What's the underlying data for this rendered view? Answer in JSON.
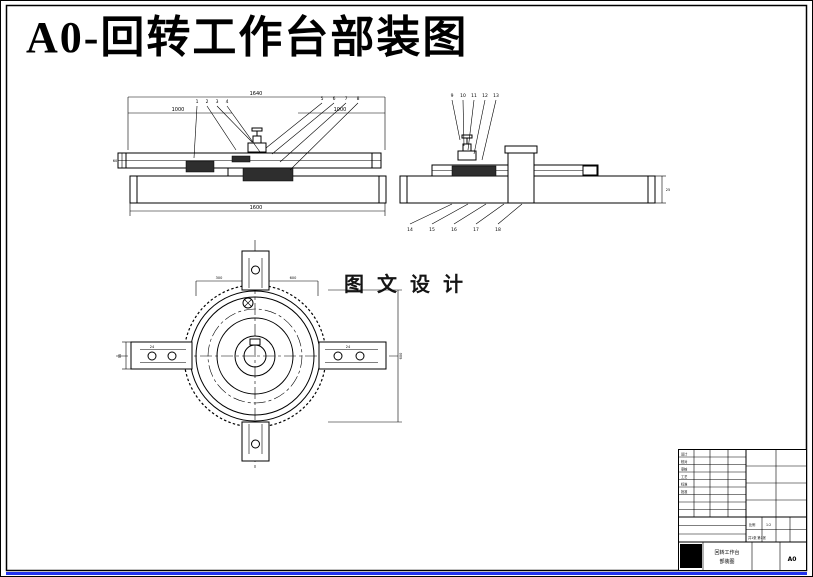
{
  "sheet": {
    "title": "A0-回转工作台部装图",
    "watermark": "图 文 设 计"
  },
  "colors": {
    "title_red": "#ff0000",
    "line_black": "#000000",
    "bottom_strip_blue": "#2233ee"
  },
  "views": {
    "front": {
      "dim_top_overall": "1640",
      "dim_top_left": "1000",
      "dim_top_right": "1000",
      "dim_bottom_overall": "1600",
      "dim_left_height": "60",
      "balloons_left": [
        "1",
        "2",
        "3",
        "4"
      ],
      "balloons_right": [
        "5",
        "6",
        "7",
        "8"
      ]
    },
    "side": {
      "balloons_top": [
        "9",
        "10",
        "11",
        "12",
        "13"
      ],
      "balloons_bottom": [
        "14",
        "15",
        "16",
        "17",
        "18"
      ],
      "dim_right_height": "25"
    },
    "top": {
      "dim_top_left": "300",
      "dim_top_right": "600",
      "dim_left": "55",
      "dim_right": "600",
      "dim_slot_left": "24",
      "dim_slot_right": "24"
    }
  },
  "title_block": {
    "sign_rows": [
      "设计",
      "校对",
      "审核",
      "工艺",
      "标准",
      "批准"
    ],
    "scale_label": "比例",
    "scale_value": "1:2",
    "sheet_label": "共1张 第1张",
    "name_line1": "回转工作台",
    "name_line2": "部装图",
    "format": "A0"
  }
}
